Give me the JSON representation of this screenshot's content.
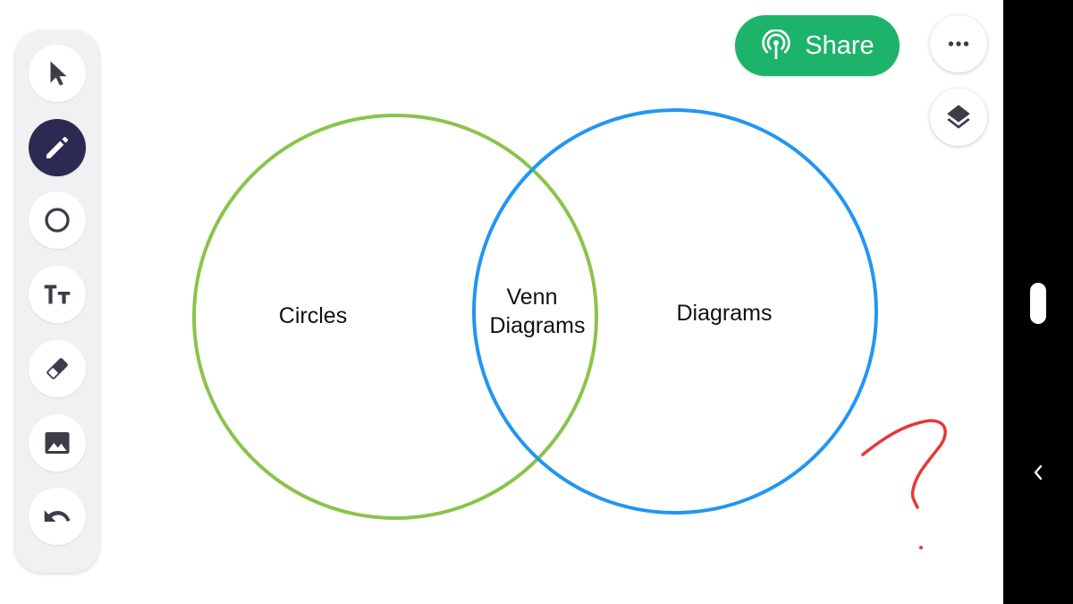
{
  "toolbar": {
    "tools": [
      {
        "name": "select",
        "icon": "pointer-arrow-icon",
        "active": false
      },
      {
        "name": "pen",
        "icon": "pencil-icon",
        "active": true
      },
      {
        "name": "shape",
        "icon": "circle-shape-icon",
        "active": false
      },
      {
        "name": "text",
        "icon": "text-size-icon",
        "active": false
      },
      {
        "name": "eraser",
        "icon": "eraser-icon",
        "active": false
      },
      {
        "name": "image",
        "icon": "image-icon",
        "active": false
      },
      {
        "name": "undo",
        "icon": "undo-icon",
        "active": false
      }
    ]
  },
  "header": {
    "share_label": "Share",
    "share_icon": "broadcast-icon",
    "more_icon": "more-horizontal-icon",
    "layers_icon": "layers-icon"
  },
  "canvas": {
    "labels": {
      "left_circle": "Circles",
      "overlap_line1": "Venn",
      "overlap_line2": "Diagrams",
      "right_circle": "Diagrams"
    },
    "handwriting": "?"
  },
  "colors": {
    "green_circle": "#8bc34a",
    "blue_circle": "#2196f3",
    "red_ink": "#e53935",
    "share_button": "#1db36b",
    "active_tool": "#2c2a52"
  },
  "system_nav": {
    "home_icon": "home-pill-icon",
    "back_icon": "back-chevron-icon"
  }
}
